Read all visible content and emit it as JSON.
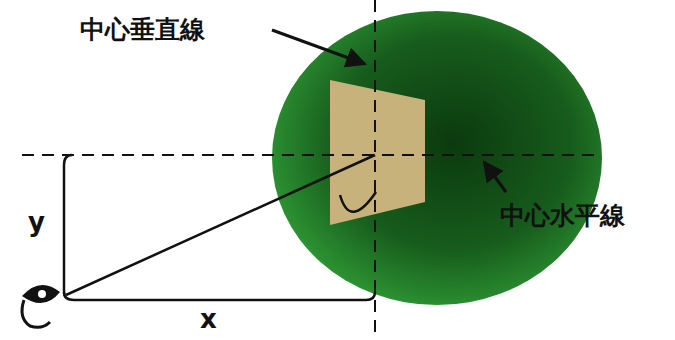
{
  "diagram": {
    "labels": [
      "中心垂直線",
      "中心水平線",
      "y",
      "x"
    ]
  }
}
